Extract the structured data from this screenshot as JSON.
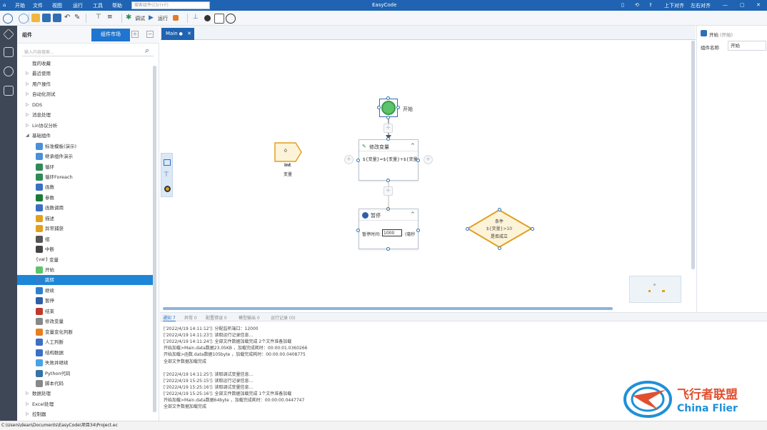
{
  "titlebar": {
    "menu": [
      "开始",
      "文件",
      "视图",
      "运行",
      "工具",
      "帮助"
    ],
    "search_placeholder": "搜索组件(Ctrl+F)",
    "app_title": "EasyCode",
    "right_items": [
      "上下对齐",
      "左右对齐"
    ]
  },
  "toolbar": {
    "debug": "调试",
    "run": "运行"
  },
  "components": {
    "title": "组件",
    "market": "组件市场",
    "search_placeholder": "输入内容搜索...",
    "items": [
      {
        "label": "我的收藏",
        "level": 0,
        "arrow": ""
      },
      {
        "label": "最近使用",
        "level": 0,
        "arrow": "▷"
      },
      {
        "label": "用户操作",
        "level": 0,
        "arrow": "▷"
      },
      {
        "label": "自动化测试",
        "level": 0,
        "arrow": "▷"
      },
      {
        "label": "DDS",
        "level": 0,
        "arrow": "▷"
      },
      {
        "label": "消息处理",
        "level": 0,
        "arrow": "▷"
      },
      {
        "label": "Lin协议分析",
        "level": 0,
        "arrow": "▷"
      },
      {
        "label": "基础组件",
        "level": 0,
        "arrow": "◢"
      },
      {
        "label": "标准模板(演示)",
        "level": 1,
        "icon_color": "#4a90d9"
      },
      {
        "label": "继承组件演示",
        "level": 1,
        "icon_color": "#4a90d9"
      },
      {
        "label": "循环",
        "level": 1,
        "icon_color": "#2e8b57"
      },
      {
        "label": "循环Foreach",
        "level": 1,
        "icon_color": "#2e8b57"
      },
      {
        "label": "函数",
        "level": 1,
        "icon_color": "#3b6fc4"
      },
      {
        "label": "参数",
        "level": 1,
        "icon_color": "#1b7a3a"
      },
      {
        "label": "函数调用",
        "level": 1,
        "icon_color": "#3b6fc4"
      },
      {
        "label": "描述",
        "level": 1,
        "icon_color": "#e0a020"
      },
      {
        "label": "异常捕获",
        "level": 1,
        "icon_color": "#e0a020"
      },
      {
        "label": "组",
        "level": 1,
        "icon_color": "#555555"
      },
      {
        "label": "中断",
        "level": 1,
        "icon_color": "#444444"
      },
      {
        "label": "变量",
        "level": 1,
        "icon_color": "#ffffff",
        "icon_text": "{var}"
      },
      {
        "label": "开始",
        "level": 1,
        "icon_color": "#5cc46a"
      },
      {
        "label": "跳转",
        "level": 1,
        "icon_color": "#2f7fd0",
        "selected": true
      },
      {
        "label": "继续",
        "level": 1,
        "icon_color": "#2f7fd0"
      },
      {
        "label": "暂停",
        "level": 1,
        "icon_color": "#2f5fa8"
      },
      {
        "label": "结束",
        "level": 1,
        "icon_color": "#c0392b"
      },
      {
        "label": "修改变量",
        "level": 1,
        "icon_color": "#888888"
      },
      {
        "label": "变量变化判断",
        "level": 1,
        "icon_color": "#e67e22"
      },
      {
        "label": "人工判断",
        "level": 1,
        "icon_color": "#3b6fc4"
      },
      {
        "label": "结构数据",
        "level": 1,
        "icon_color": "#3b6fc4"
      },
      {
        "label": "失败并继续",
        "level": 1,
        "icon_color": "#4aa3e0"
      },
      {
        "label": "Python代码",
        "level": 1,
        "icon_color": "#3572a5"
      },
      {
        "label": "脚本代码",
        "level": 1,
        "icon_color": "#888888"
      },
      {
        "label": "数据处理",
        "level": 0,
        "arrow": "▷"
      },
      {
        "label": "Excel处理",
        "level": 0,
        "arrow": "▷"
      },
      {
        "label": "控制器",
        "level": 0,
        "arrow": "▷"
      }
    ]
  },
  "editor": {
    "tab": "Main",
    "start_label": "开始",
    "var_node": {
      "value": "0",
      "type": "Int",
      "label": "变量"
    },
    "modify_var": {
      "title": "修改变量",
      "expr": "${变量}=${变量}+${变量"
    },
    "pause": {
      "title": "暂停",
      "field_label": "暂停时间:",
      "value": "1000",
      "unit": "(毫秒"
    },
    "condition": {
      "title": "条件",
      "expr": "${变量}>10",
      "label": "是否成立"
    }
  },
  "properties": {
    "header": "开始",
    "header_sub": "(开始)",
    "name_label": "组件名称",
    "name_value": "开始"
  },
  "output": {
    "tabs": [
      "通知 7",
      "异常 0",
      "配置错误 0",
      "模型输出 0",
      "运行记录 (0)"
    ],
    "lines": [
      "['2022/4/19 14:11:12']:  分配监听端口：12000",
      "['2022/4/19 14:11:23']:  读取运行记录信息...",
      "['2022/4/19 14:11:24']:  全部文件数据加载完成  2个文件准备加载",
      "开始加载>Main.data数据23.05KB ，加载完成耗时：00:00:01.0360266",
      "开始加载>函数.data数据105byte ，加载完成耗时：00:00:00.0408775",
      "全部文件数据加载完成",
      "",
      "['2022/4/19 14:11:25']:  读取调试变量信息...",
      "['2022/4/19 15:25:15']:  读取运行记录信息...",
      "['2022/4/19 15:25:16']:  读取调试变量信息...",
      "['2022/4/19 15:25:16']:  全部文件数据加载完成  1个文件准备加载",
      "开始加载>Main.data数据64byte ，加载完成耗时：00:00:00.0447747",
      "全部文件数据加载完成"
    ]
  },
  "statusbar": {
    "path": "C:\\Users\\dean\\Documents\\EasyCode\\项目34\\Project.ec"
  },
  "watermark": {
    "cn": "飞行者联盟",
    "en": "China Flier"
  }
}
